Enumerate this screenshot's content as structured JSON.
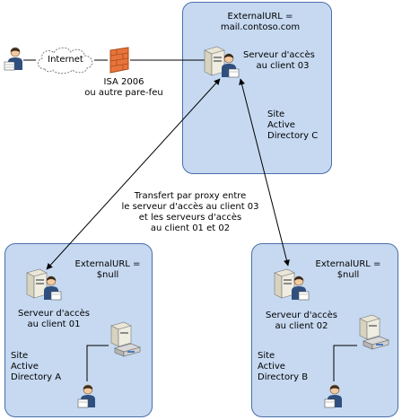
{
  "internet": {
    "label": "Internet"
  },
  "firewall": {
    "line1": "ISA 2006",
    "line2": "ou autre pare-feu"
  },
  "site_c": {
    "external_url_line1": "ExternalURL =",
    "external_url_line2": "mail.contoso.com",
    "server_line1": "Serveur d'accès",
    "server_line2": "au client 03",
    "site_line1": "Site",
    "site_line2": "Active",
    "site_line3": "Directory C"
  },
  "proxy_note": {
    "line1": "Transfert par proxy entre",
    "line2": "le serveur d'accès au client 03",
    "line3": "et les serveurs d'accès",
    "line4": "au client 01 et 02"
  },
  "site_a": {
    "external_url_line1": "ExternalURL =",
    "external_url_line2": "$null",
    "server_line1": "Serveur d'accès",
    "server_line2": "au client 01",
    "site_line1": "Site",
    "site_line2": "Active",
    "site_line3": "Directory A"
  },
  "site_b": {
    "external_url_line1": "ExternalURL =",
    "external_url_line2": "$null",
    "server_line1": "Serveur d'accès",
    "server_line2": "au client 02",
    "site_line1": "Site",
    "site_line2": "Active",
    "site_line3": "Directory B"
  },
  "colors": {
    "site_fill": "#c6d9f1",
    "site_border": "#4a6ea8",
    "firewall": "#e8743b"
  }
}
